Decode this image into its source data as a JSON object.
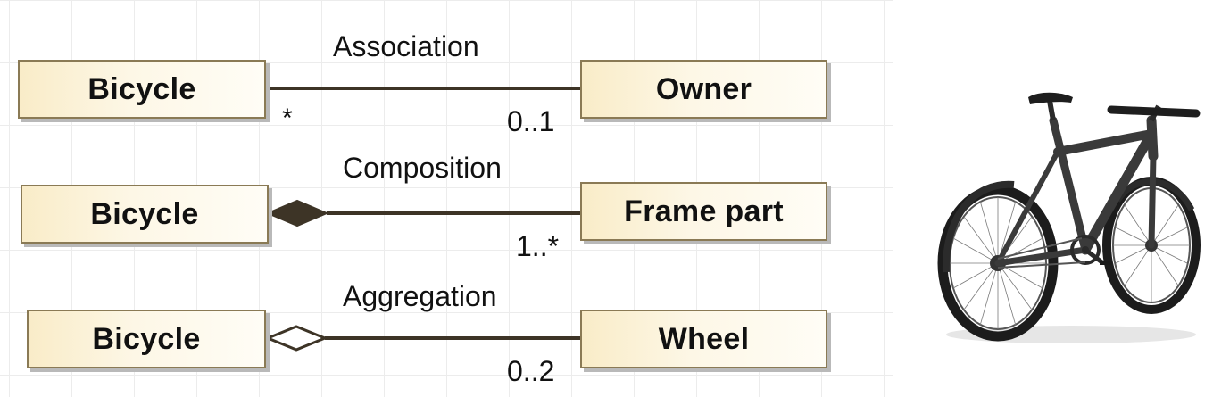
{
  "rows": [
    {
      "relation": "Association",
      "left_class": "Bicycle",
      "right_class": "Owner",
      "left_multiplicity": "*",
      "right_multiplicity": "0..1",
      "end_marker": "none"
    },
    {
      "relation": "Composition",
      "left_class": "Bicycle",
      "right_class": "Frame part",
      "left_multiplicity": "",
      "right_multiplicity": "1..*",
      "end_marker": "filled-diamond"
    },
    {
      "relation": "Aggregation",
      "left_class": "Bicycle",
      "right_class": "Wheel",
      "left_multiplicity": "",
      "right_multiplicity": "0..2",
      "end_marker": "hollow-diamond"
    }
  ],
  "image": {
    "icon": "bicycle-photo"
  },
  "colors": {
    "class_fill": "#fdf3d8",
    "class_border": "#8a7a55",
    "connector": "#3d3426",
    "grid": "#ececec"
  }
}
